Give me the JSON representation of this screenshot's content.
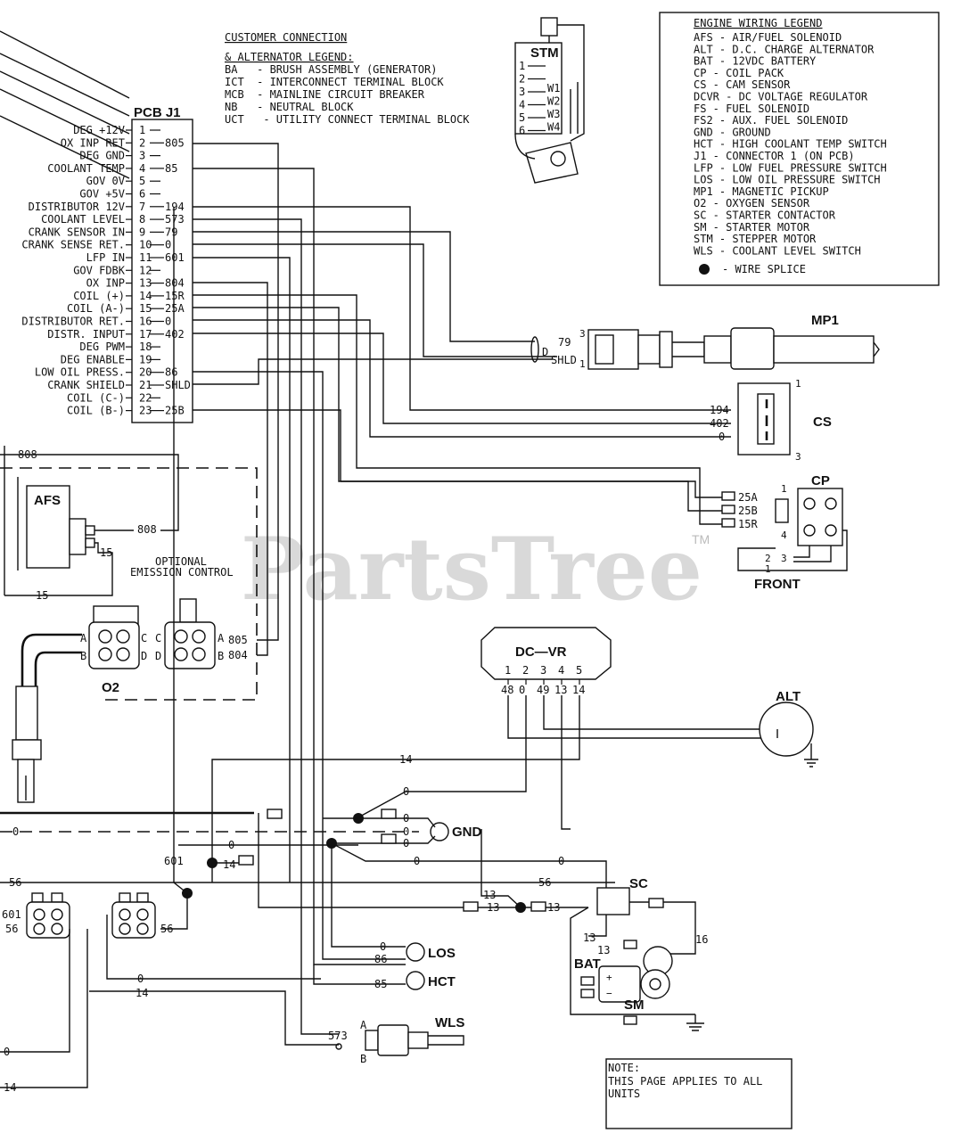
{
  "watermark": {
    "text": "PartsTree",
    "tm": "TM"
  },
  "customer_legend": {
    "title": "CUSTOMER CONNECTION",
    "subtitle": "& ALTERNATOR LEGEND:",
    "items": [
      "BA   - BRUSH ASSEMBLY (GENERATOR)",
      "ICT  - INTERCONNECT TERMINAL BLOCK",
      "MCB  - MAINLINE CIRCUIT BREAKER",
      "NB   - NEUTRAL BLOCK",
      "UCT   - UTILITY CONNECT TERMINAL BLOCK"
    ]
  },
  "engine_legend": {
    "title": "ENGINE WIRING LEGEND",
    "items": [
      "AFS  - AIR/FUEL SOLENOID",
      "ALT  - D.C. CHARGE ALTERNATOR",
      "BAT  - 12VDC BATTERY",
      "CP   - COIL PACK",
      "CS   - CAM SENSOR",
      "DCVR  - DC VOLTAGE REGULATOR",
      "FS   - FUEL SOLENOID",
      "FS2   - AUX. FUEL SOLENOID",
      "GND  - GROUND",
      "HCT  - HIGH COOLANT TEMP SWITCH",
      "J1 - CONNECTOR 1 (ON PCB)",
      "LFP  - LOW FUEL PRESSURE SWITCH",
      "LOS  - LOW OIL PRESSURE SWITCH",
      "MP1  - MAGNETIC PICKUP",
      "O2   - OXYGEN SENSOR",
      "SC   - STARTER CONTACTOR",
      "SM   - STARTER MOTOR",
      "STM  - STEPPER MOTOR",
      "WLS  - COOLANT LEVEL SWITCH"
    ],
    "splice_label": "- WIRE SPLICE"
  },
  "pcb": {
    "title": "PCB J1",
    "pins": [
      {
        "label": "DEG +12V",
        "pin": "1",
        "wire": ""
      },
      {
        "label": "OX INP RET",
        "pin": "2",
        "wire": "805"
      },
      {
        "label": "DEG GND",
        "pin": "3",
        "wire": ""
      },
      {
        "label": "COOLANT TEMP",
        "pin": "4",
        "wire": "85"
      },
      {
        "label": "GOV 0V",
        "pin": "5",
        "wire": ""
      },
      {
        "label": "GOV +5V",
        "pin": "6",
        "wire": ""
      },
      {
        "label": "DISTRIBUTOR 12V",
        "pin": "7",
        "wire": "194"
      },
      {
        "label": "COOLANT LEVEL",
        "pin": "8",
        "wire": "573"
      },
      {
        "label": "CRANK SENSOR IN",
        "pin": "9",
        "wire": "79"
      },
      {
        "label": "CRANK SENSE RET.",
        "pin": "10",
        "wire": "0"
      },
      {
        "label": "LFP IN",
        "pin": "11",
        "wire": "601"
      },
      {
        "label": "GOV FDBK",
        "pin": "12",
        "wire": ""
      },
      {
        "label": "OX INP",
        "pin": "13",
        "wire": "804"
      },
      {
        "label": "COIL (+)",
        "pin": "14",
        "wire": "15R"
      },
      {
        "label": "COIL (A-)",
        "pin": "15",
        "wire": "25A"
      },
      {
        "label": "DISTRIBUTOR RET.",
        "pin": "16",
        "wire": "0"
      },
      {
        "label": "DISTR. INPUT",
        "pin": "17",
        "wire": "402"
      },
      {
        "label": "DEG PWM",
        "pin": "18",
        "wire": ""
      },
      {
        "label": "DEG ENABLE",
        "pin": "19",
        "wire": ""
      },
      {
        "label": "LOW OIL PRESS.",
        "pin": "20",
        "wire": "86"
      },
      {
        "label": "CRANK SHIELD",
        "pin": "21",
        "wire": "SHLD"
      },
      {
        "label": "COIL (C-)",
        "pin": "22",
        "wire": ""
      },
      {
        "label": "COIL (B-)",
        "pin": "23",
        "wire": "25B"
      }
    ]
  },
  "stm": {
    "title": "STM",
    "pins": [
      "1",
      "2",
      "3",
      "4",
      "5",
      "6"
    ],
    "wires": [
      "W1",
      "W2",
      "W3",
      "W4"
    ]
  },
  "mp1": {
    "title": "MP1",
    "w79": "79",
    "pin3": "3",
    "wD": "D",
    "wSHLD": "SHLD",
    "pin1": "1"
  },
  "cs": {
    "title": "CS",
    "n1": "1",
    "n3": "3",
    "w194": "194",
    "w402": "402",
    "w0": "0"
  },
  "cp": {
    "title": "CP",
    "w25A": "25A",
    "w25B": "25B",
    "w15R": "15R",
    "n1": "1",
    "n4": "4",
    "n2": "2",
    "n3": "3",
    "n1b": "1",
    "front": "FRONT"
  },
  "afs": {
    "title": "AFS",
    "w808a": "808",
    "w808b": "808",
    "w15a": "15",
    "w15b": "15"
  },
  "emission": {
    "line1": "OPTIONAL",
    "line2": "EMISSION CONTROL",
    "o2": "O2",
    "A": "A",
    "B": "B",
    "C": "C",
    "D": "D",
    "C2": "C",
    "D2": "D",
    "A2": "A",
    "B2": "B",
    "w805": "805",
    "w804": "804"
  },
  "dcvr": {
    "title": "DC—VR",
    "pins": [
      "1",
      "2",
      "3",
      "4",
      "5"
    ],
    "wires": [
      "48",
      "0",
      "49",
      "13",
      "14"
    ]
  },
  "alt": {
    "title": "ALT"
  },
  "gnd": {
    "title": "GND"
  },
  "sc": {
    "title": "SC"
  },
  "bat": {
    "title": "BAT"
  },
  "sm": {
    "title": "SM"
  },
  "los": {
    "title": "LOS",
    "wire": "86",
    "wire0": "0"
  },
  "hct": {
    "title": "HCT",
    "wire": "85"
  },
  "wls": {
    "title": "WLS",
    "wire": "573",
    "A": "A",
    "B": "B"
  },
  "wires": {
    "w14a": "14",
    "w0a": "0",
    "w0b": "0",
    "w0c": "0",
    "w0d": "0",
    "w0e": "0",
    "w0f": "0",
    "w601": "601",
    "w14b": "14",
    "w56a": "56",
    "w56b": "56",
    "w56c": "56",
    "w601b": "601",
    "w56d": "56",
    "w13a": "13",
    "w13b": "13",
    "w13c": "13",
    "w13d": "13",
    "w13e": "13",
    "w16": "16",
    "w0g": "0",
    "w14c": "14",
    "w0h": "0",
    "w14d": "14"
  },
  "note": {
    "line1": "NOTE:",
    "line2": "THIS PAGE APPLIES TO ALL",
    "line3": "UNITS"
  }
}
